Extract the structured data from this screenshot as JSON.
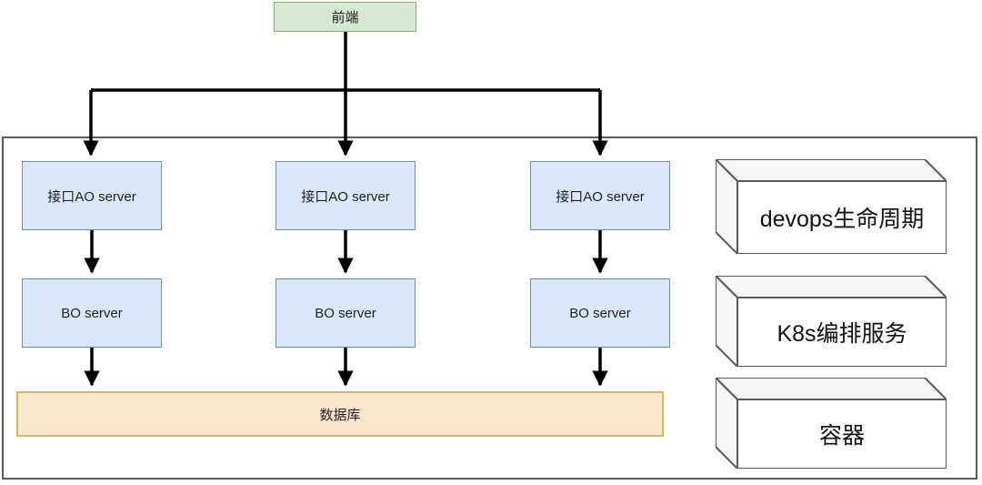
{
  "diagram": {
    "frontend": {
      "label": "前端"
    },
    "columns": [
      {
        "ao_label": "接口AO server",
        "bo_label": "BO server"
      },
      {
        "ao_label": "接口AO server",
        "bo_label": "BO server"
      },
      {
        "ao_label": "接口AO server",
        "bo_label": "BO server"
      }
    ],
    "database": {
      "label": "数据库"
    },
    "cubes": [
      {
        "label": "devops生命周期"
      },
      {
        "label": "K8s编排服务"
      },
      {
        "label": "容器"
      }
    ],
    "colors": {
      "frontend_fill": "#d5e8d4",
      "frontend_stroke": "#82b366",
      "server_fill": "#dae8fc",
      "server_stroke": "#6c8ebf",
      "database_fill": "#fce5cd",
      "database_stroke": "#d6b656",
      "cube_front_fill": "#ffffff",
      "cube_side_fill": "#f5f5f5",
      "cube_stroke": "#595959",
      "container_stroke": "#5c5c5c",
      "connector": "#000000"
    }
  }
}
